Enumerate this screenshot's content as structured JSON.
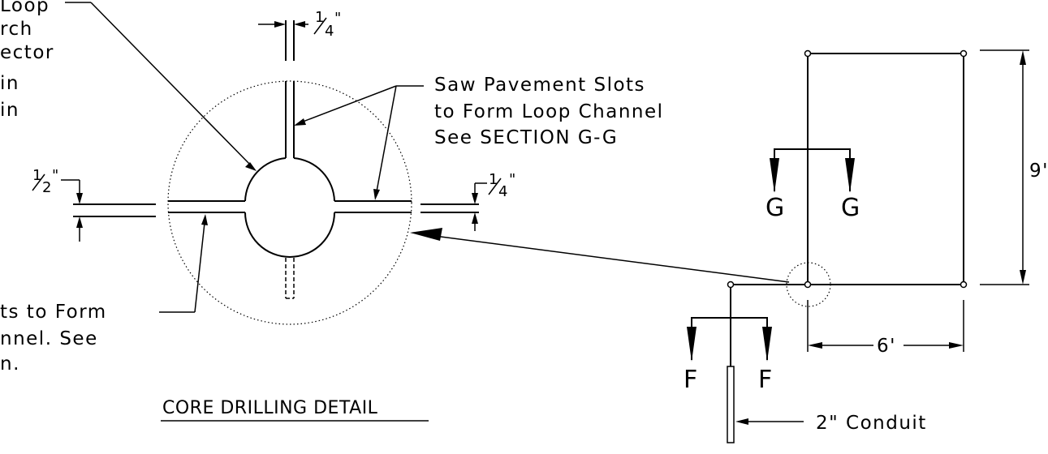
{
  "core_detail": {
    "loop_note_lines": [
      "Loop",
      "rch",
      "ector",
      "in",
      "in"
    ],
    "saw_note_lines": [
      "Saw Pavement Slots",
      "to Form Loop Channel",
      "See SECTION G-G"
    ],
    "bottom_note_lines": [
      "ts to Form",
      "nnel.  See",
      "n."
    ],
    "dim_top_frac_num": "1",
    "dim_top_frac_den": "4",
    "dim_top_inch": "\"",
    "dim_left_frac_num": "1",
    "dim_left_frac_den": "2",
    "dim_left_inch": "\"",
    "dim_right_frac_num": "1",
    "dim_right_frac_den": "4",
    "dim_right_inch": "\"",
    "title": "CORE DRILLING DETAIL"
  },
  "loop_plan": {
    "section_g_left": "G",
    "section_g_right": "G",
    "section_f_left": "F",
    "section_f_right": "F",
    "dim_height": "9'",
    "dim_width": "6'",
    "conduit_label": "2\" Conduit"
  }
}
